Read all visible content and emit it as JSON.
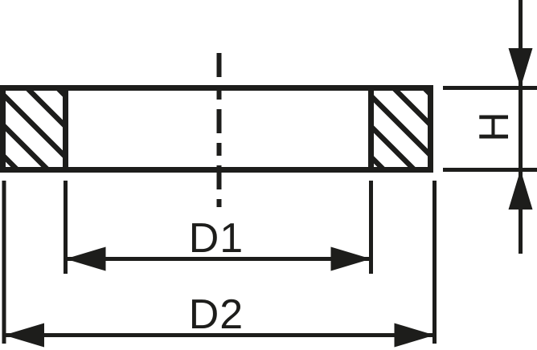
{
  "drawing": {
    "labels": {
      "inner_diameter": "D1",
      "outer_diameter": "D2",
      "thickness": "H"
    },
    "colors": {
      "line": "#1d1d1b",
      "background": "#ffffff"
    }
  }
}
